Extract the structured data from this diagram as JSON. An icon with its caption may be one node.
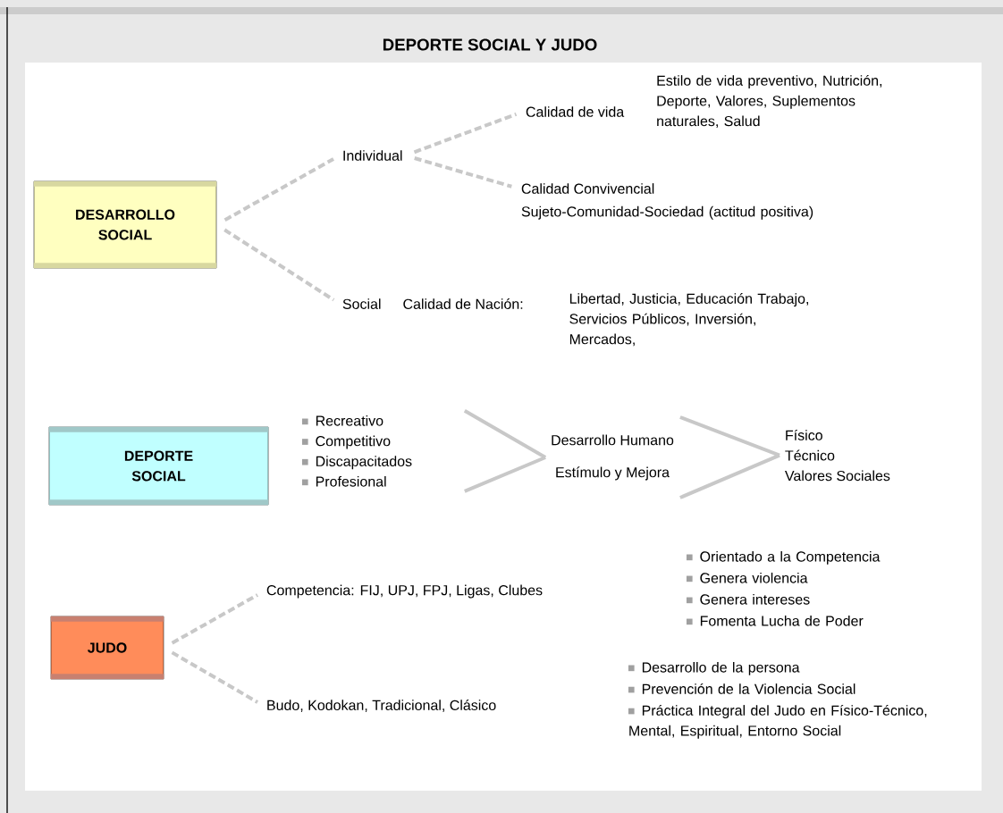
{
  "diagram": {
    "title": "DEPORTE SOCIAL Y JUDO",
    "nodes": [
      {
        "text": [
          "DESARROLLO SOCIAL"
        ]
      },
      {
        "text": [
          "Individual"
        ]
      },
      {
        "text": [
          "Calidad de vida"
        ],
        "beside": [
          "Estilo de vida preventivo, Nutrición, Deporte, Valores, Suplementos naturales, Salud"
        ]
      },
      {
        "text": [
          "Calidad Convivencial"
        ],
        "beside": [
          "Sujeto-Comunidad-Sociedad  (actitud positiva)"
        ]
      },
      {
        "text": [
          "Social",
          "Calidad de Nación:"
        ],
        "beside": [
          "Libertad, Justicia, Educación Trabajo, Servicios Públicos, Inversión, Mercados,"
        ]
      },
      {
        "text": [
          "DEPORTE SOCIAL"
        ]
      },
      {
        "text": [
          "Recreativo",
          "Competitivo",
          "Discapacitados",
          "Profesional"
        ]
      },
      {
        "text": [
          "Desarrollo Humano",
          "Estímulo y Mejora"
        ]
      },
      {
        "text": [
          "Físico",
          "Técnico",
          "Valores Sociales"
        ]
      },
      {
        "text": [
          "JUDO"
        ]
      },
      {
        "text": [
          "Competencia: FIJ, UPJ, FPJ, Ligas, Clubes"
        ],
        "beside": [
          "Orientado a la Competencia",
          "Genera violencia",
          "Genera intereses",
          "Fomenta Lucha de Poder"
        ]
      },
      {
        "text": [
          "Budo, Kodokan, Tradicional, Clásico"
        ],
        "beside": [
          "Desarrollo de la persona",
          "Prevención de la Violencia Social",
          "Práctica Integral del Judo en Físico-Técnico, Mental, Espiritual, Entorno Social"
        ]
      }
    ],
    "edges": [
      {
        "from": 0,
        "to": 1,
        "arrow": "none",
        "style": "dashed"
      },
      {
        "from": 0,
        "to": 4,
        "arrow": "none",
        "style": "dashed"
      },
      {
        "from": 1,
        "to": 2,
        "arrow": "none",
        "style": "dashed"
      },
      {
        "from": 1,
        "to": 3,
        "arrow": "none",
        "style": "dashed"
      },
      {
        "from": 6,
        "to": 7,
        "arrow": "none"
      },
      {
        "from": 7,
        "to": 8,
        "arrow": "none"
      },
      {
        "from": 9,
        "to": 10,
        "arrow": "none",
        "style": "dashed"
      },
      {
        "from": 9,
        "to": 11,
        "arrow": "none",
        "style": "dashed"
      }
    ]
  }
}
